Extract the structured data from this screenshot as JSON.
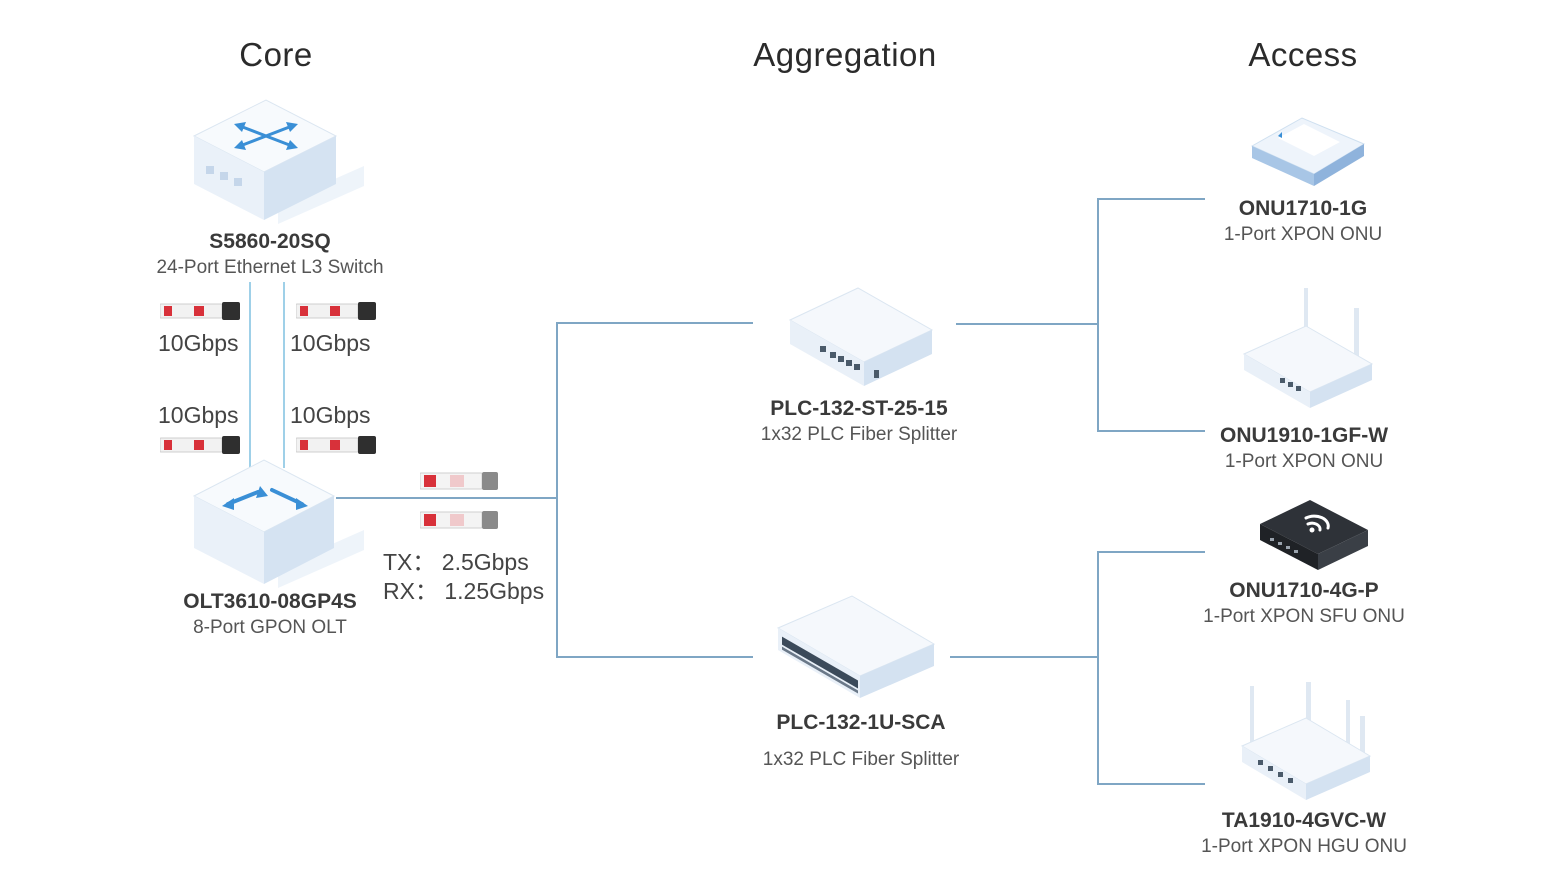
{
  "columns": {
    "core": "Core",
    "aggregation": "Aggregation",
    "access": "Access"
  },
  "devices": {
    "core_switch": {
      "name": "S5860-20SQ",
      "desc": "24-Port Ethernet L3 Switch",
      "icon": "l3-switch-icon"
    },
    "olt": {
      "name": "OLT3610-08GP4S",
      "desc": "8-Port GPON OLT",
      "icon": "olt-icon"
    },
    "splitter_1": {
      "name": "PLC-132-ST-25-15",
      "desc": "1x32 PLC Fiber Splitter",
      "icon": "splitter-box-icon"
    },
    "splitter_2": {
      "name": "PLC-132-1U-SCA",
      "desc": "1x32 PLC Fiber Splitter",
      "icon": "rack-splitter-icon"
    },
    "onu_1": {
      "name": "ONU1710-1G",
      "desc": "1-Port XPON ONU",
      "icon": "onu-puck-icon"
    },
    "onu_2": {
      "name": "ONU1910-1GF-W",
      "desc": "1-Port XPON ONU",
      "icon": "wifi-router-icon"
    },
    "onu_3": {
      "name": "ONU1710-4G-P",
      "desc": "1-Port XPON SFU ONU",
      "icon": "dark-router-icon"
    },
    "onu_4": {
      "name": "TA1910-4GVC-W",
      "desc": "1-Port XPON HGU ONU",
      "icon": "quad-antenna-router-icon"
    }
  },
  "links": {
    "uplink_speeds": [
      "10Gbps",
      "10Gbps",
      "10Gbps",
      "10Gbps"
    ],
    "pon_tx": "TX： 2.5Gbps",
    "pon_rx": "RX： 1.25Gbps"
  },
  "colors": {
    "line": "#7fa6c4",
    "uplink_line": "#9fd0e8",
    "device_face": "#eef4fb",
    "device_side": "#d3e2f2",
    "accent_blue": "#3a8fd6",
    "sfp_red": "#d8313a"
  }
}
